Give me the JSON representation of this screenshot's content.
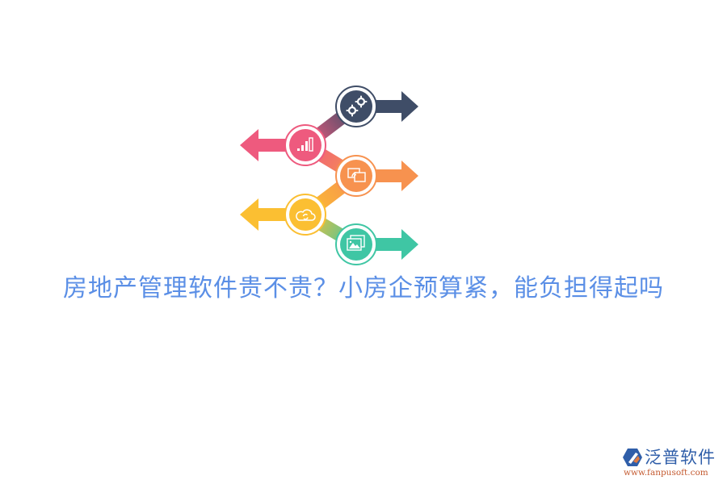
{
  "headline": "房地产管理软件贵不贵？小房企预算紧，能负担得起吗",
  "colors": {
    "headline": "#5b8fe6",
    "step1": "#3f4d67",
    "step2": "#ee5a7e",
    "step3": "#f7924f",
    "step4": "#fbbf32",
    "step5": "#3fc6a4"
  },
  "infographic": {
    "steps": [
      {
        "index": 1,
        "icon": "gears-icon",
        "direction": "right",
        "color": "#3f4d67"
      },
      {
        "index": 2,
        "icon": "bar-chart-icon",
        "direction": "left",
        "color": "#ee5a7e"
      },
      {
        "index": 3,
        "icon": "screen-cast-icon",
        "direction": "right",
        "color": "#f7924f"
      },
      {
        "index": 4,
        "icon": "cloud-sync-icon",
        "direction": "left",
        "color": "#fbbf32"
      },
      {
        "index": 5,
        "icon": "image-gallery-icon",
        "direction": "right",
        "color": "#3fc6a4"
      }
    ]
  },
  "logo": {
    "name": "泛普软件",
    "url": "www.fanpusoft.com"
  }
}
